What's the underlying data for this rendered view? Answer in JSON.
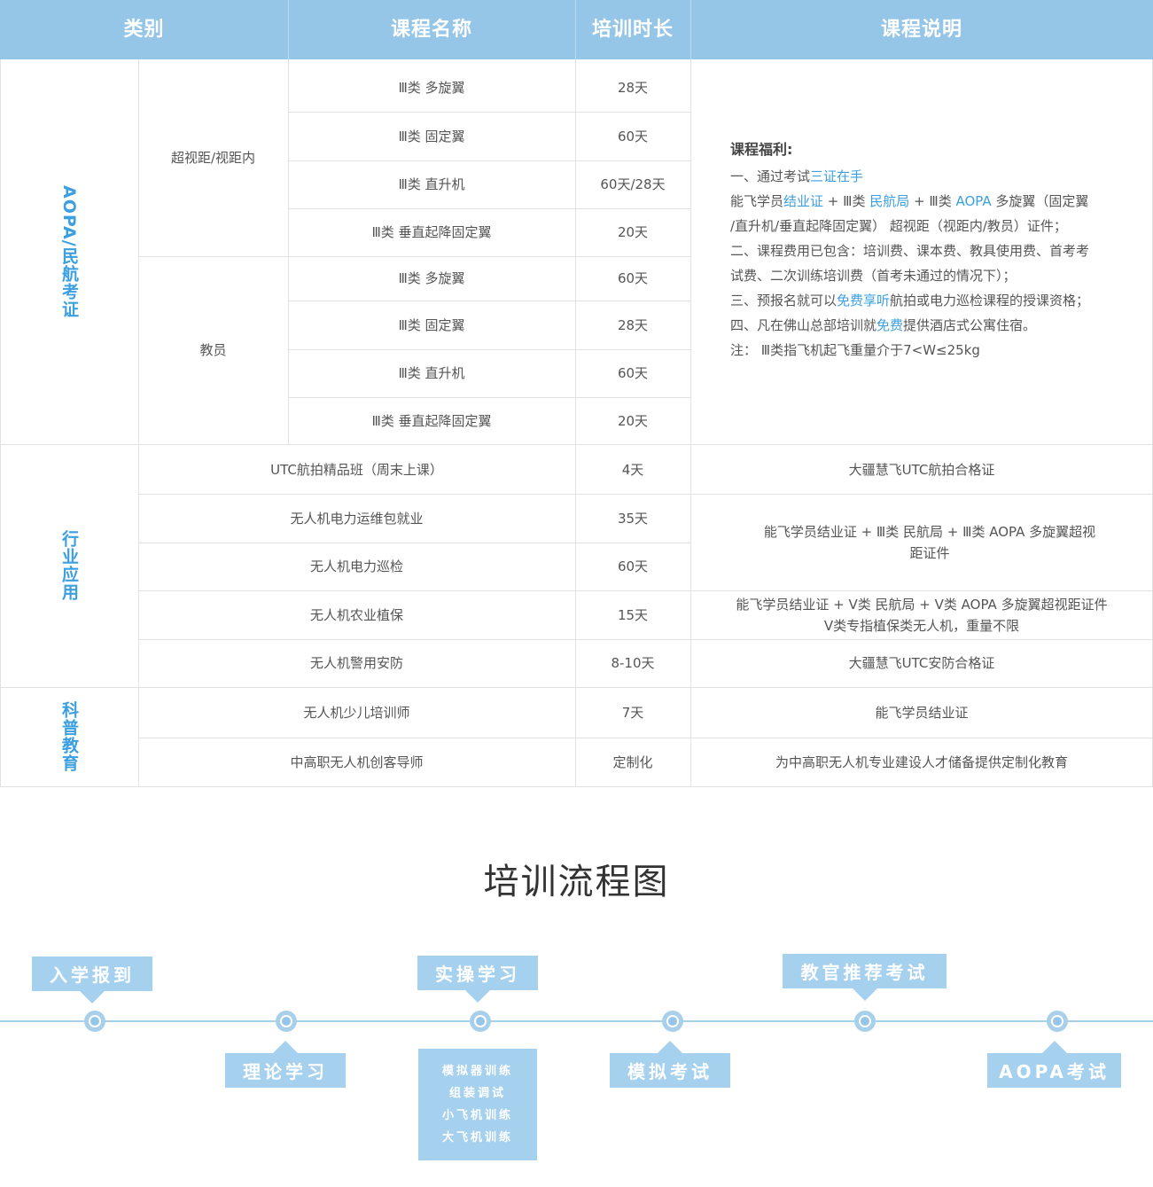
{
  "table": {
    "headers": [
      "类别",
      "课程名称",
      "培训时长",
      "课程说明"
    ],
    "groups": {
      "aopa": "AOPA/民航考证",
      "industry": "行业应用",
      "science": "科普教育"
    },
    "subgroups": {
      "bvlos": "超视距/视距内",
      "instructor": "教员"
    },
    "aopa_rows": [
      {
        "name": "Ⅲ类 多旋翼",
        "duration": "28天"
      },
      {
        "name": "Ⅲ类 固定翼",
        "duration": "60天"
      },
      {
        "name": "Ⅲ类 直升机",
        "duration": "60天/28天"
      },
      {
        "name": "Ⅲ类 垂直起降固定翼",
        "duration": "20天"
      },
      {
        "name": "Ⅲ类 多旋翼",
        "duration": "60天"
      },
      {
        "name": "Ⅲ类 固定翼",
        "duration": "28天"
      },
      {
        "name": "Ⅲ类 直升机",
        "duration": "60天"
      },
      {
        "name": "Ⅲ类 垂直起降固定翼",
        "duration": "20天"
      }
    ],
    "aopa_desc": {
      "title": "课程福利:",
      "l1a": "一、通过考试",
      "l1b": "三证在手",
      "l2a": "能飞学员",
      "l2b": "结业证",
      "l2c": " + Ⅲ类 ",
      "l2d": "民航局",
      "l2e": " + Ⅲ类 ",
      "l2f": "AOPA",
      "l2g": " 多旋翼（固定翼",
      "l3": "/直升机/垂直起降固定翼） 超视距（视距内/教员）证件；",
      "l4": "二、课程费用已包含：培训费、课本费、教具使用费、首考考",
      "l5": "试费、二次训练培训费（首考未通过的情况下）；",
      "l6a": "三、预报名就可以",
      "l6b": "免费享听",
      "l6c": "航拍或电力巡检课程的授课资格；",
      "l7a": "四、凡在佛山总部培训就",
      "l7b": "免费",
      "l7c": "提供酒店式公寓住宿。",
      "l8": "注： Ⅲ类指飞机起飞重量介于7<W≤25kg"
    },
    "industry_rows": [
      {
        "name": "UTC航拍精品班（周末上课）",
        "duration": "4天"
      },
      {
        "name": "无人机电力运维包就业",
        "duration": "35天"
      },
      {
        "name": "无人机电力巡检",
        "duration": "60天"
      },
      {
        "name": "无人机农业植保",
        "duration": "15天"
      },
      {
        "name": "无人机警用安防",
        "duration": "8-10天"
      }
    ],
    "industry_desc": {
      "d1": "大疆慧飞UTC航拍合格证",
      "d2a": "能飞学员结业证 + Ⅲ类 民航局 + Ⅲ类 AOPA 多旋翼超视",
      "d2b": "距证件",
      "d3a": "能飞学员结业证 + Ⅴ类 民航局 + Ⅴ类 AOPA 多旋翼超视距证件",
      "d3b": "Ⅴ类专指植保类无人机，重量不限",
      "d4": "大疆慧飞UTC安防合格证"
    },
    "science_rows": [
      {
        "name": "无人机少儿培训师",
        "duration": "7天",
        "desc": "能飞学员结业证"
      },
      {
        "name": "中高职无人机创客导师",
        "duration": "定制化",
        "desc": "为中高职无人机专业建设人才储备提供定制化教育"
      }
    ]
  },
  "flow": {
    "title": "培训流程图",
    "steps": {
      "s1": "入学报到",
      "s2": "理论学习",
      "s3": "实操学习",
      "s4": "模拟考试",
      "s5": "教官推荐考试",
      "s6": "AOPA考试"
    },
    "practice_items": [
      "模拟器训练",
      "组装调试",
      "小飞机训练",
      "大飞机训练"
    ]
  }
}
